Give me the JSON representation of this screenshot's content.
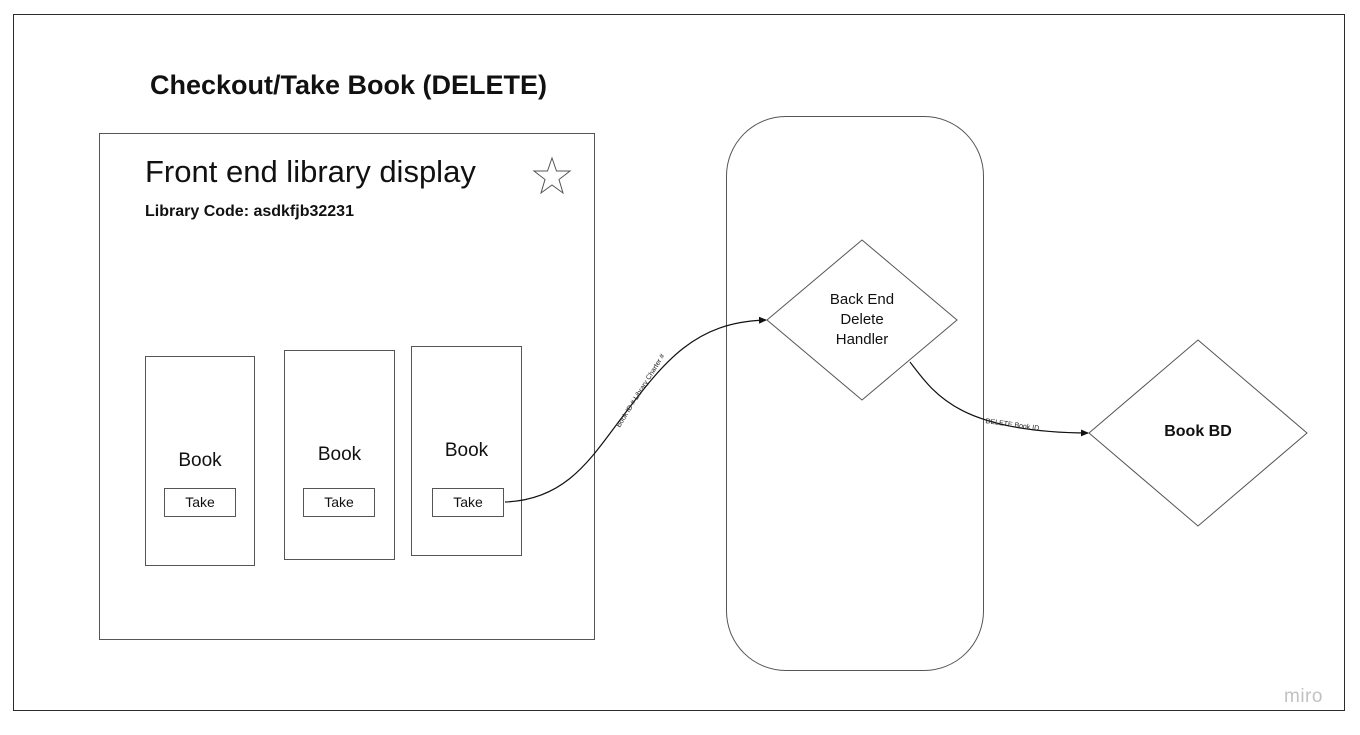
{
  "title": "Checkout/Take Book (DELETE)",
  "frontend": {
    "title": "Front end library display",
    "code": "Library Code: asdkfjb32231",
    "icon": "star-icon",
    "books": [
      {
        "label": "Book",
        "button": "Take"
      },
      {
        "label": "Book",
        "button": "Take"
      },
      {
        "label": "Book",
        "button": "Take"
      }
    ]
  },
  "backend": {
    "lines": [
      "Back End",
      "Delete",
      "Handler"
    ]
  },
  "database": {
    "label": "Book BD"
  },
  "connectors": {
    "take_to_backend": "Book ID # Library Charter #",
    "backend_to_db": "DELETE Book ID"
  },
  "watermark": "miro"
}
